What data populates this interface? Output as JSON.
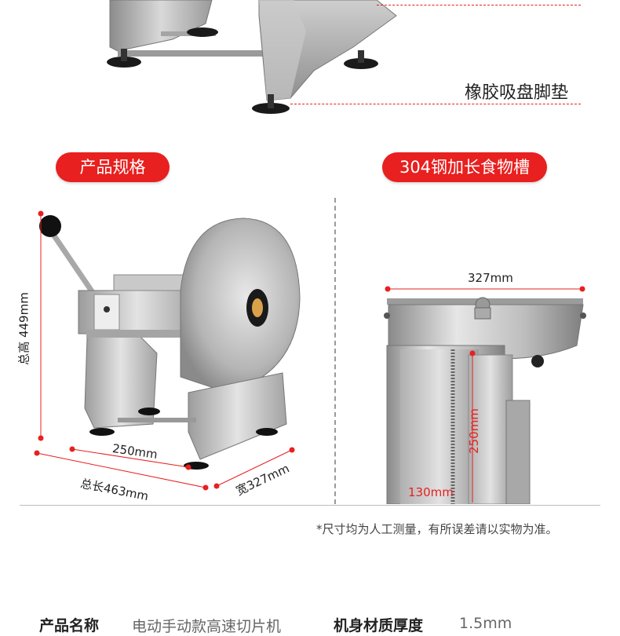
{
  "top": {
    "callout_label": "橡胶吸盘脚垫"
  },
  "left_panel": {
    "badge": "产品规格",
    "dim_height": "总高 449mm",
    "dim_inner": "250mm",
    "dim_length": "总长463mm",
    "dim_width": "宽327mm"
  },
  "right_panel": {
    "badge": "304钢加长食物槽",
    "dim_diameter": "327mm",
    "dim_depth": "250mm",
    "dim_base": "130mm"
  },
  "note": "*尺寸均为人工测量，有所误差请以实物为准。",
  "specs": [
    {
      "label": "产品名称",
      "value": "电动手动款高速切片机"
    },
    {
      "label": "机身材质厚度",
      "value": "1.5mm"
    }
  ],
  "colors": {
    "accent": "#e8201f",
    "metal": "#b8b8b8",
    "text": "#222222"
  }
}
